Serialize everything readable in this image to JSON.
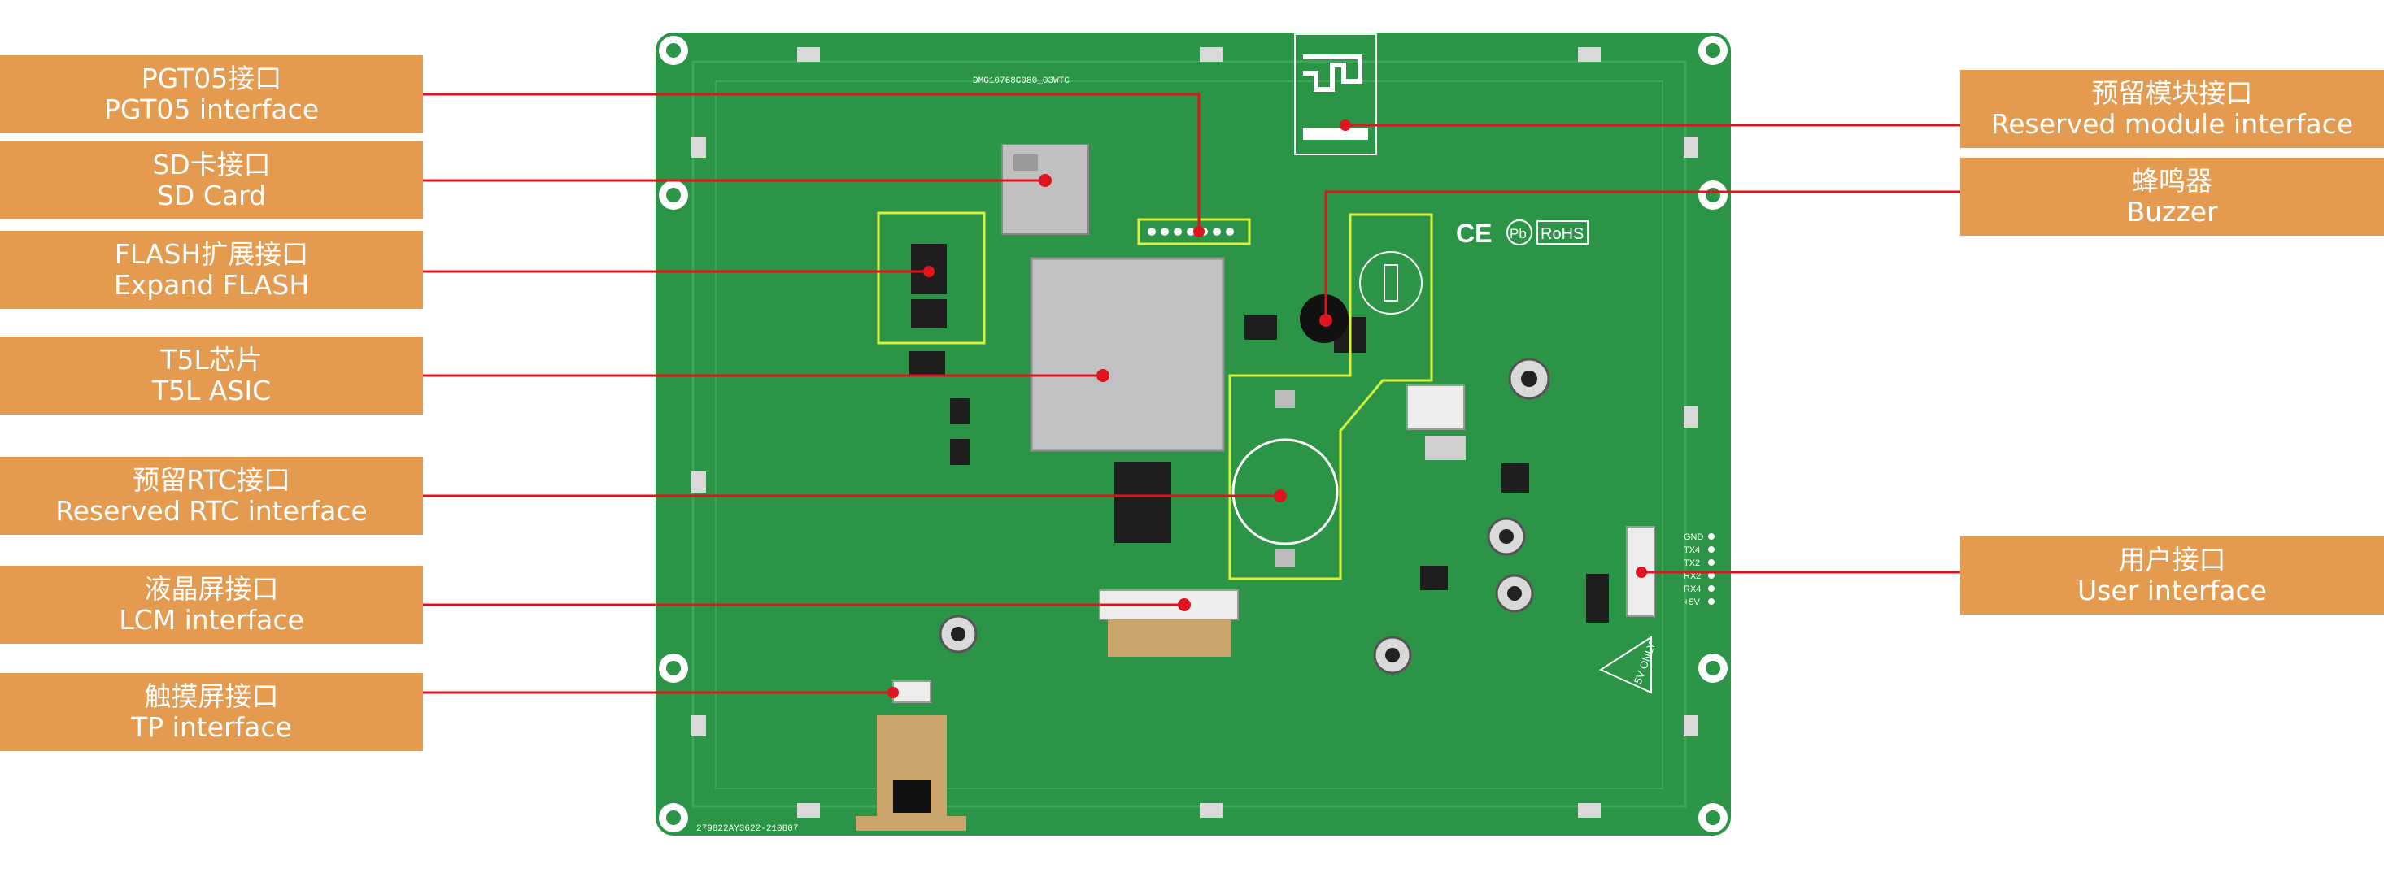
{
  "colors": {
    "pcb_green": "#2C9446",
    "pcb_dark": "#1F7A36",
    "callout_line": "#E0141E",
    "callout_dot": "#E0141E",
    "label_bg": "#E49A4F",
    "label_text": "#FFFFFF",
    "highlight_box": "#D8F23C",
    "silkscreen": "#FFFFFF",
    "chip_silver": "#BFC1C3",
    "connector_gold": "#C9A46B"
  },
  "board": {
    "model_text": "DMG10768C080_03WTC",
    "serial_text": "279822AY3622-210807",
    "cert_marks": [
      "CE",
      "Pb",
      "RoHS"
    ],
    "warning_text": "5V ONLY",
    "user_pins": [
      "GND",
      "TX4",
      "TX2",
      "RX2",
      "RX4",
      "+5V"
    ]
  },
  "callouts": {
    "left": [
      {
        "cn": "PGT05接口",
        "en": "PGT05 interface"
      },
      {
        "cn": "SD卡接口",
        "en": "SD Card"
      },
      {
        "cn": "FLASH扩展接口",
        "en": "Expand FLASH"
      },
      {
        "cn": "T5L芯片",
        "en": "T5L ASIC"
      },
      {
        "cn": "预留RTC接口",
        "en": "Reserved RTC interface"
      },
      {
        "cn": "液晶屏接口",
        "en": "LCM interface"
      },
      {
        "cn": "触摸屏接口",
        "en": "TP interface"
      }
    ],
    "right": [
      {
        "cn": "预留模块接口",
        "en": "Reserved module interface"
      },
      {
        "cn": "蜂鸣器",
        "en": "Buzzer"
      },
      {
        "cn": "用户接口",
        "en": "User interface"
      }
    ]
  }
}
